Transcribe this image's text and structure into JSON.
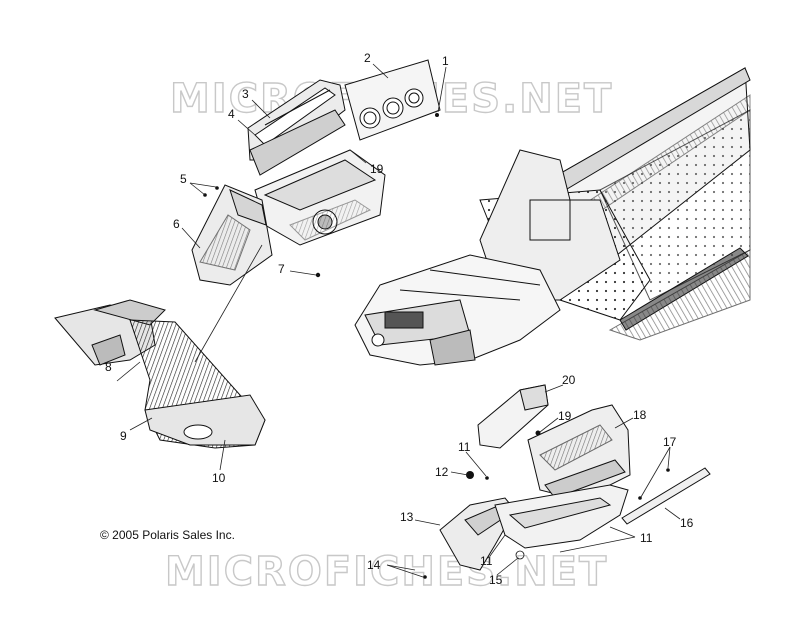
{
  "watermark": "MICROFICHES.NET",
  "copyright": "© 2005 Polaris Sales Inc.",
  "callouts": [
    "1",
    "2",
    "3",
    "4",
    "5",
    "6",
    "7",
    "8",
    "9",
    "10",
    "11",
    "12",
    "13",
    "14",
    "15",
    "16",
    "17",
    "18",
    "19",
    "20"
  ]
}
